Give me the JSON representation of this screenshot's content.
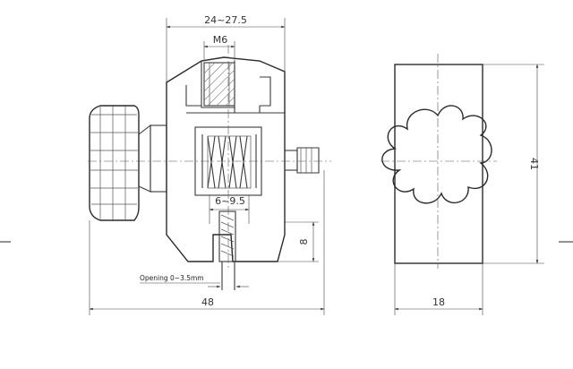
{
  "dimensions": {
    "jaw_range": "24~27.5",
    "thread": "M6",
    "inner_range": "6~9.5",
    "slot_height": "8",
    "total_width": "48",
    "side_width": "18",
    "side_height": "41"
  },
  "notes": {
    "opening": "Opening 0~3.5mm"
  }
}
